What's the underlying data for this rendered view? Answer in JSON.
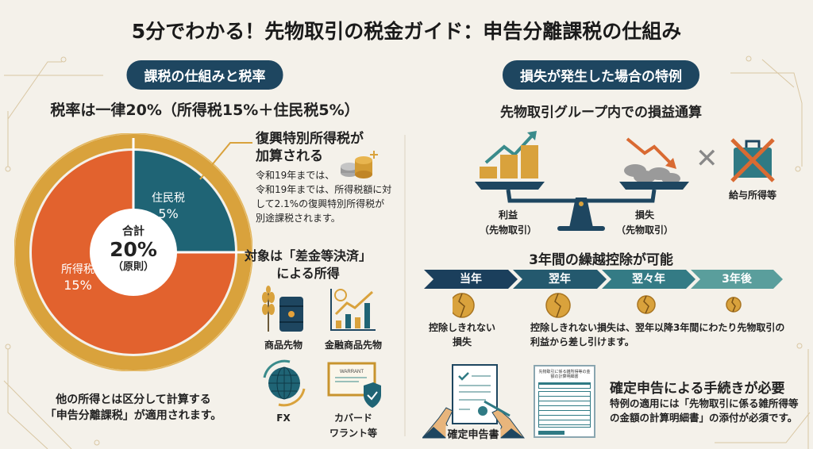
{
  "title": "5分でわかる！先物取引の税金ガイド：申告分離課税の仕組み",
  "left": {
    "heading": "課税の仕組みと税率",
    "rate_line": "税率は一律20%（所得税15%＋住民税5%）",
    "pie": {
      "center_label": "合計",
      "center_value": "20%",
      "center_note": "（原則）",
      "slices": [
        {
          "label": "住民税",
          "value": "5%",
          "color": "#1f6475"
        },
        {
          "label": "所得税",
          "value": "15%",
          "color": "#e2622e"
        }
      ]
    },
    "surtax": {
      "title1": "復興特別所得税が",
      "title2": "加算される",
      "body": [
        "令和19年までは、",
        "令和19年までは、所得税額に対",
        "して2.1%の復興特別所得税が",
        "別途課税されます。"
      ]
    },
    "targets": {
      "title1": "対象は「差金等決済」",
      "title2": "による所得",
      "items": [
        {
          "label": "商品先物",
          "icon": "wheat-barrel-icon"
        },
        {
          "label": "金融商品先物",
          "icon": "growth-chart-icon"
        },
        {
          "label": "FX",
          "icon": "globe-exchange-icon"
        },
        {
          "label": "カバード",
          "label2": "ワラント等",
          "icon": "warrant-certificate-icon"
        }
      ]
    },
    "note": [
      "他の所得とは区分して計算する",
      "「申告分離課税」が適用されます。"
    ]
  },
  "right": {
    "heading": "損失が発生した場合の特例",
    "offset_title": "先物取引グループ内での損益通算",
    "profit": [
      "利益",
      "（先物取引）"
    ],
    "loss": [
      "損失",
      "（先物取引）"
    ],
    "excluded": "給与所得等",
    "carry_title": "3年間の繰越控除が可能",
    "years": [
      "当年",
      "翌年",
      "翌々年",
      "3年後"
    ],
    "loss_label": [
      "控除しきれない",
      "損失"
    ],
    "carry_text": [
      "控除しきれない損失は、翌年以降3年間にわたり先物取引の",
      "利益から差し引けます。"
    ],
    "doc_label": "確定申告書",
    "form_title": "先物取引に係る雑所得等の金額の計算明細書",
    "filing_title": "確定申告による手続きが必要",
    "filing_text": [
      "特例の適用には「先物取引に係る雑所得等",
      "の金額の計算明細書」の添付が必須です。"
    ]
  }
}
